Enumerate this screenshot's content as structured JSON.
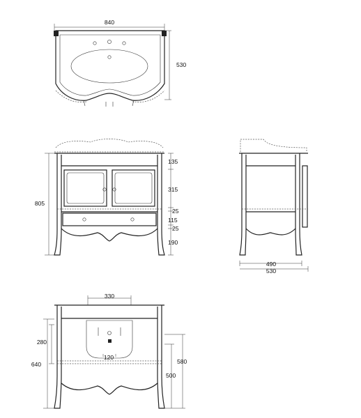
{
  "views": {
    "top": {
      "width": "840",
      "depth": "530"
    },
    "front": {
      "height_total": "805",
      "segments": [
        "135",
        "315",
        "25",
        "115",
        "25",
        "190"
      ]
    },
    "side": {
      "depth_inner": "490",
      "depth_outer": "530"
    },
    "back": {
      "width_cutout": "330",
      "height_total": "640",
      "height_upper": "280",
      "width_small": "120",
      "height_580": "580",
      "height_500": "500"
    }
  },
  "colors": {
    "line": "#222222",
    "background": "#ffffff"
  }
}
